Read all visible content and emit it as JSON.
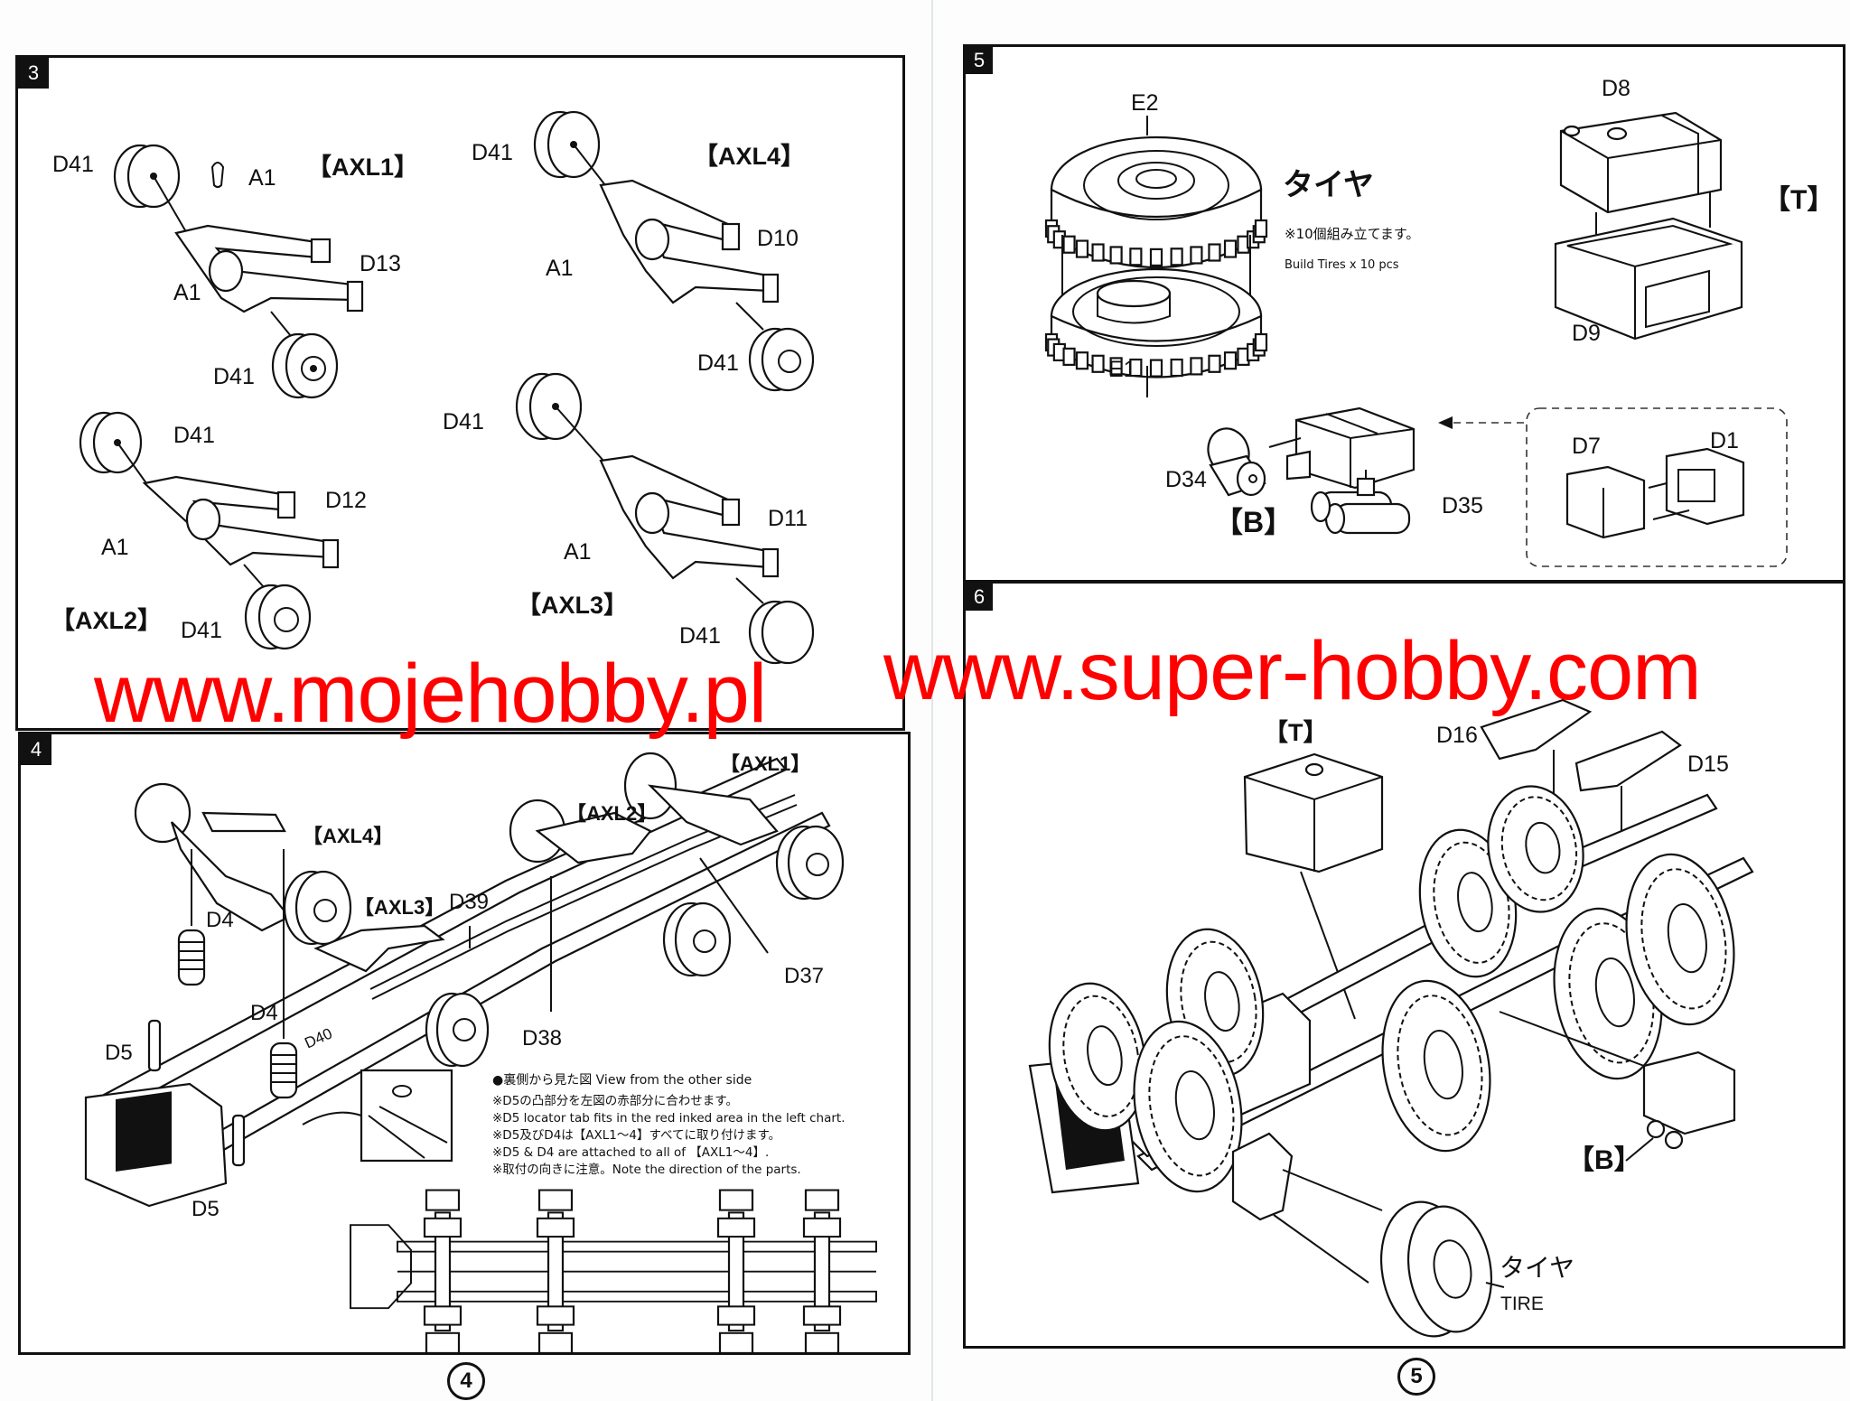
{
  "watermark": {
    "left_text": "www.mojehobby.pl",
    "right_text": "www.super-hobby.com",
    "color": "#ff0000"
  },
  "left_page": {
    "page_number": "4",
    "step3": {
      "step_number": "3",
      "groups": {
        "axl1": "【AXL1】",
        "axl2": "【AXL2】",
        "axl3": "【AXL3】",
        "axl4": "【AXL4】"
      },
      "part_labels": {
        "d41": "D41",
        "a1": "A1",
        "d10": "D10",
        "d11": "D11",
        "d12": "D12",
        "d13": "D13"
      }
    },
    "step4": {
      "step_number": "4",
      "groups": {
        "axl1": "【AXL1】",
        "axl2": "【AXL2】",
        "axl3": "【AXL3】",
        "axl4": "【AXL4】"
      },
      "part_labels": {
        "d4": "D4",
        "d5": "D5",
        "d37": "D37",
        "d38": "D38",
        "d39": "D39",
        "d40": "D40"
      },
      "notes": [
        "●裏側から見た図  View from the other side",
        "※D5の凸部分を左図の赤部分に合わせます。",
        "※D5 locator tab fits in the red inked area in the left chart.",
        "※D5及びD4は【AXL1～4】すべてに取り付けます。",
        "※D5 & D4 are attached to all of 【AXL1～4】.",
        "※取付の向きに注意。Note the direction of the parts."
      ]
    }
  },
  "right_page": {
    "page_number": "5",
    "step5": {
      "step_number": "5",
      "tire_title_jp": "タイヤ",
      "tire_note_jp": "※10個組み立てます。",
      "tire_note_en": "Build Tires x 10 pcs",
      "groups": {
        "t": "【T】",
        "b": "【B】"
      },
      "part_labels": {
        "e1": "E1",
        "e2": "E2",
        "d1": "D1",
        "d7": "D7",
        "d8": "D8",
        "d9": "D9",
        "d34": "D34",
        "d35": "D35"
      }
    },
    "step6": {
      "step_number": "6",
      "groups": {
        "t": "【T】",
        "b": "【B】"
      },
      "part_labels": {
        "d15": "D15",
        "d16": "D16"
      },
      "tire_label_jp": "タイヤ",
      "tire_label_en": "TIRE"
    }
  }
}
